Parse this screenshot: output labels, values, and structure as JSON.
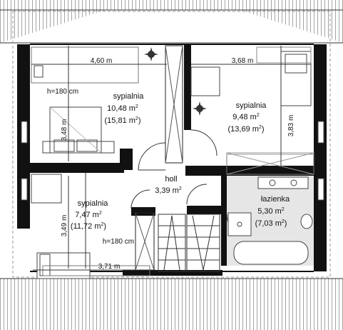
{
  "rooms": [
    {
      "id": "bedroom1",
      "name": "sypialnia",
      "area": "10,48 m",
      "area_alt": "(15,81 m",
      "sup": "2"
    },
    {
      "id": "bedroom2",
      "name": "sypialnia",
      "area": "9,48 m",
      "area_alt": "(13,69 m",
      "sup": "2"
    },
    {
      "id": "hall",
      "name": "holl",
      "area": "3,39 m",
      "sup": "2"
    },
    {
      "id": "bathroom",
      "name": "łazienka",
      "area": "5,30 m",
      "area_alt": "(7,03 m",
      "sup": "2"
    },
    {
      "id": "bedroom3",
      "name": "sypialnia",
      "area": "7,47 m",
      "area_alt": "(11,72 m",
      "sup": "2"
    }
  ],
  "dimensions": {
    "bedroom1_width": "4,60 m",
    "bedroom2_width": "3,68 m",
    "bedroom1_depth": "3,48 m",
    "bedroom2_depth": "3,83 m",
    "bedroom3_depth": "3,49 m",
    "bedroom3_width": "3,71 m",
    "height_mark_top": "h=180 cm",
    "height_mark_bottom": "h=180 cm"
  },
  "close_paren": ")",
  "colors": {
    "wall": "#111111",
    "bathroom_fill": "#e6e6e6",
    "roof_hatch": "#555555",
    "light_line": "#9a9a9a"
  }
}
